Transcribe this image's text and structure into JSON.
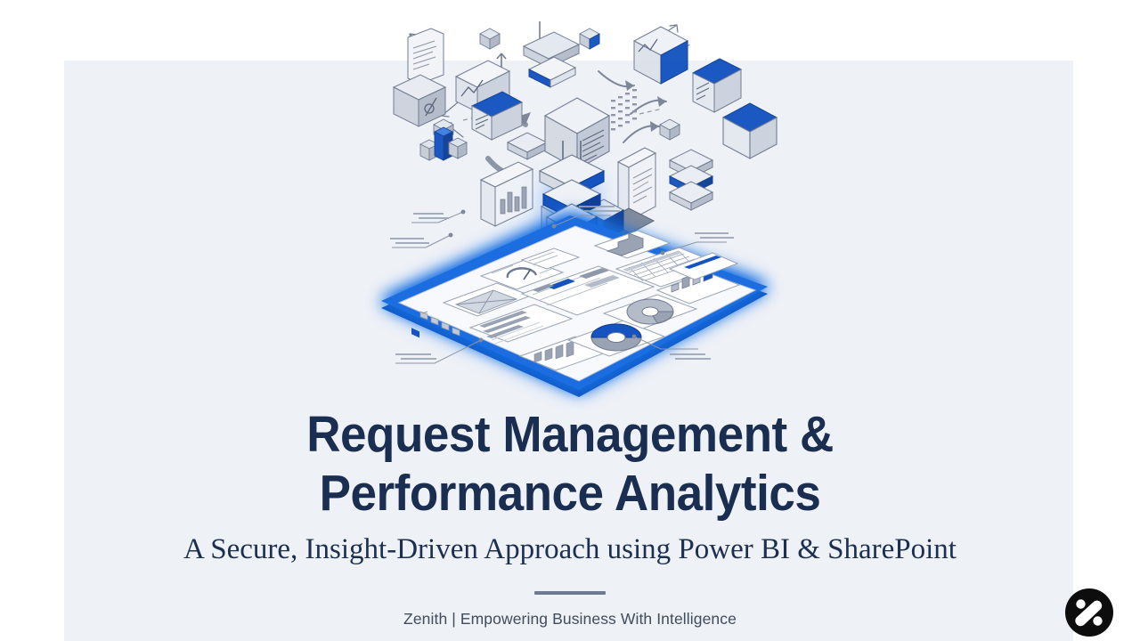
{
  "slide": {
    "background_color": "#ffffff",
    "panel_color": "#eef1f6",
    "title_color": "#1a2e52",
    "accent_color": "#1a6ee0",
    "divider_color": "#6c7b92",
    "footer_color": "#414c5c"
  },
  "title": {
    "line1": "Request Management &",
    "line2": "Performance Analytics"
  },
  "subtitle": {
    "text": "A Secure, Insight-Driven Approach using Power BI & SharePoint"
  },
  "footer": {
    "text": "Zenith | Empowering Business With Intelligence"
  },
  "logo": {
    "name": "zenith-logo",
    "shape": "black-circle-with-four-dots-and-diagonal-link",
    "background": "#0d0d0d",
    "mark_color": "#ffffff"
  },
  "illustration": {
    "name": "isometric-data-dashboard-illustration",
    "description": "Isometric tablet dashboard with glowing blue edges receiving a funnel of floating data cubes, documents, charts and arrows",
    "glow_color": "#2f84f5",
    "device_edge_color": "#1a6ee0",
    "panel_fill": "#f7f9fc",
    "line_color": "#6e7a90",
    "blue_fill": "#1554c0",
    "gray_fill": "#b9c1cd",
    "widgets": [
      "gauge-chart",
      "donut-chart-blue",
      "donut-chart-gray",
      "bar-chart",
      "data-table",
      "image-placeholder",
      "text-list",
      "progress-bars"
    ],
    "floating_items": [
      "cube",
      "document",
      "line-chart-card",
      "bar-chart-card",
      "stacked-disks",
      "open-box",
      "window-card",
      "dotted-grid",
      "arrow"
    ]
  }
}
